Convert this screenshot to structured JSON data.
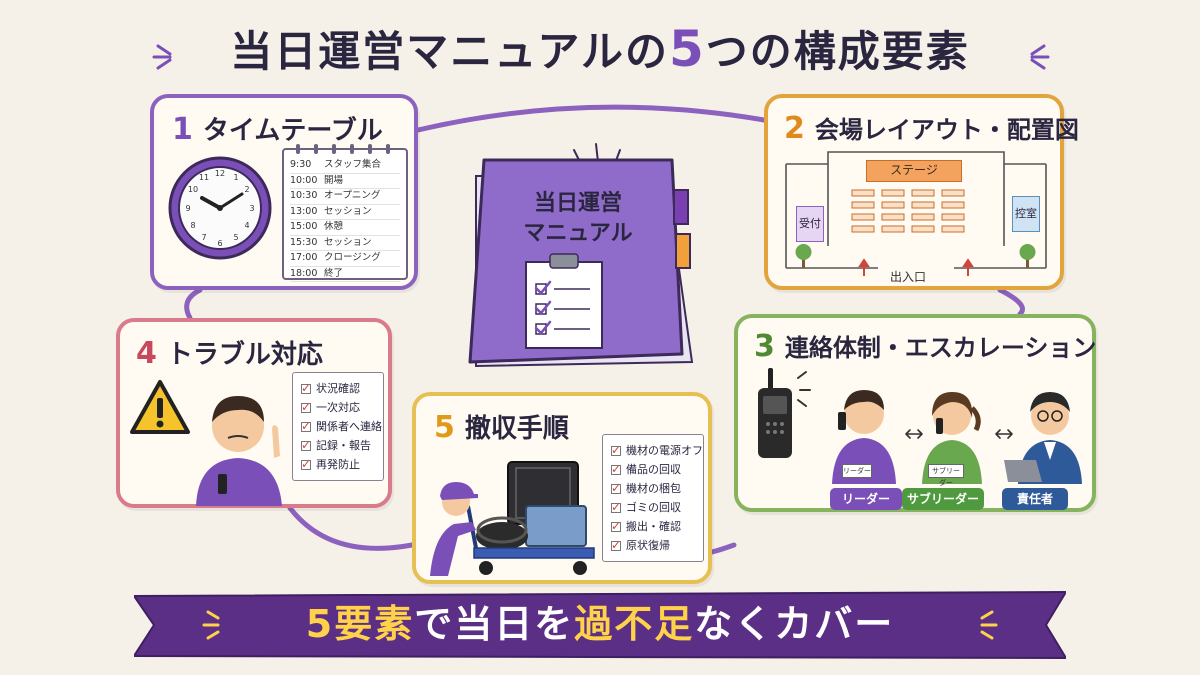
{
  "title": {
    "prefix": "当日運営マニュアルの",
    "number": "5",
    "suffix": "つの構成要素"
  },
  "center_book": {
    "line1": "当日運営",
    "line2": "マニュアル"
  },
  "cards": {
    "timetable": {
      "number": "1",
      "title": "タイムテーブル",
      "schedule": [
        {
          "time": "9:30",
          "event": "スタッフ集合"
        },
        {
          "time": "10:00",
          "event": "開場"
        },
        {
          "time": "10:30",
          "event": "オープニング"
        },
        {
          "time": "13:00",
          "event": "セッション"
        },
        {
          "time": "15:00",
          "event": "休憩"
        },
        {
          "time": "15:30",
          "event": "セッション"
        },
        {
          "time": "17:00",
          "event": "クロージング"
        },
        {
          "time": "18:00",
          "event": "終了"
        }
      ]
    },
    "layout": {
      "number": "2",
      "title": "会場レイアウト・配置図",
      "stage": "ステージ",
      "reception": "受付",
      "waiting_room": "控室",
      "entrance": "出入口"
    },
    "contact": {
      "number": "3",
      "title": "連絡体制・エスカレーション",
      "roles": [
        "リーダー",
        "サブリーダー",
        "責任者"
      ],
      "name_tags": [
        "リーダー",
        "サブリーダー"
      ]
    },
    "trouble": {
      "number": "4",
      "title": "トラブル対応",
      "steps": [
        "状況確認",
        "一次対応",
        "関係者へ連絡",
        "記録・報告",
        "再発防止"
      ]
    },
    "teardown": {
      "number": "5",
      "title": "撤収手順",
      "steps": [
        "機材の電源オフ",
        "備品の回収",
        "機材の梱包",
        "ゴミの回収",
        "搬出・確認",
        "原状復帰"
      ]
    }
  },
  "banner": {
    "part1": "5要素",
    "part2": "で当日を",
    "part3": "過不足",
    "part4": "なくカバー"
  },
  "colors": {
    "purple": "#7a4fb8",
    "orange": "#e3a43e",
    "green": "#86b45e",
    "pink": "#d97b8a",
    "yellow": "#e7c053",
    "highlight": "#ffd24a"
  }
}
